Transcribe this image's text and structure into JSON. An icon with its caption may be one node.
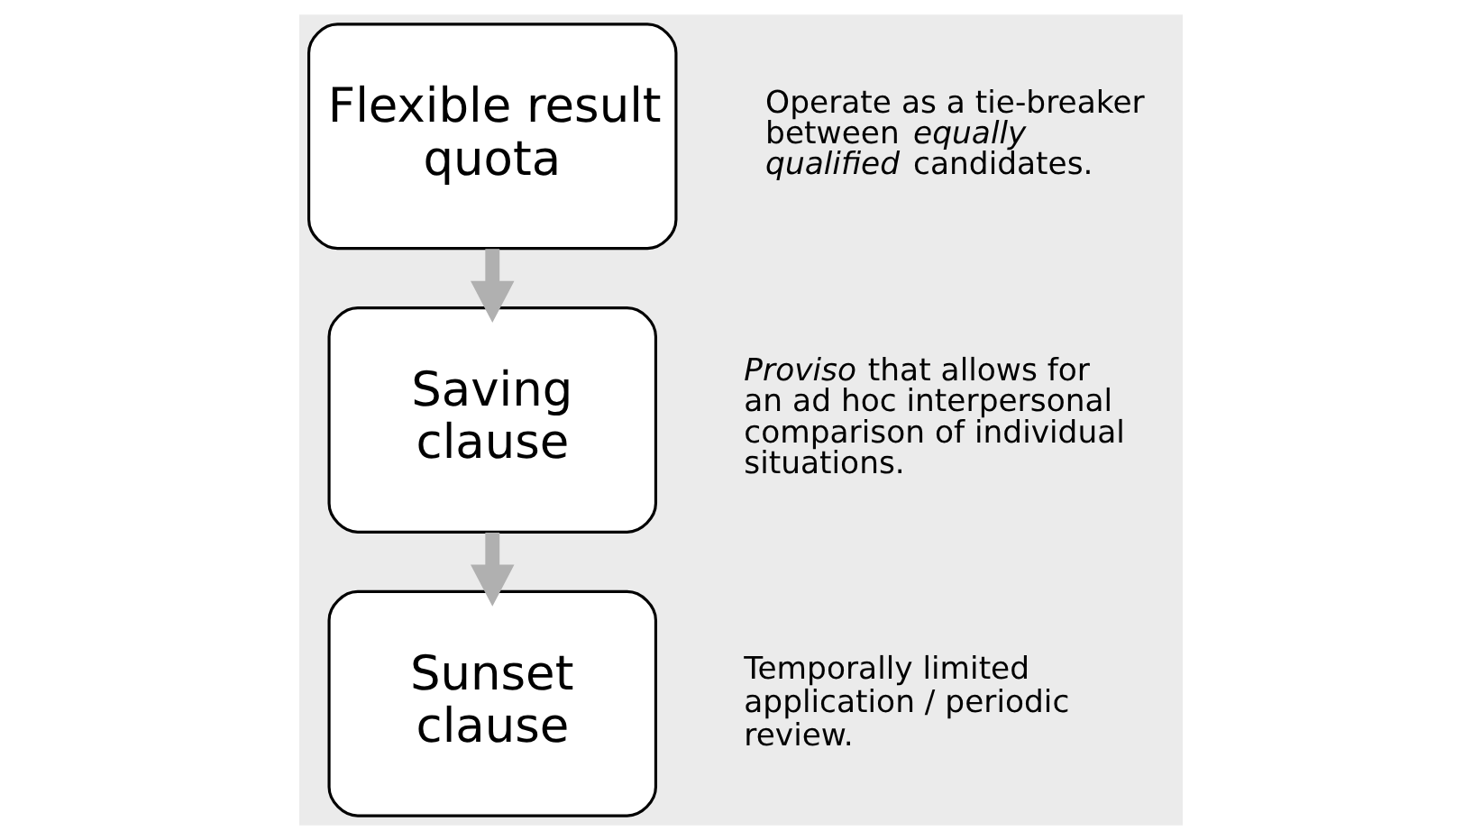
{
  "diagram": {
    "nodes": [
      {
        "text": [
          "Flexible result quota"
        ],
        "beside": [
          "Operate as a tie-breaker between *equally qualified* candidates."
        ]
      },
      {
        "text": [
          "Saving clause"
        ],
        "beside": [
          "*Proviso* that allows for an ad hoc interpersonal comparison of individual situations."
        ]
      },
      {
        "text": [
          "Sunset clause"
        ],
        "beside": [
          "Temporally limited application / periodic review."
        ]
      }
    ],
    "edges": [
      {
        "from": 0,
        "to": 1,
        "arrow": "to"
      },
      {
        "from": 1,
        "to": 2,
        "arrow": "to"
      }
    ]
  }
}
